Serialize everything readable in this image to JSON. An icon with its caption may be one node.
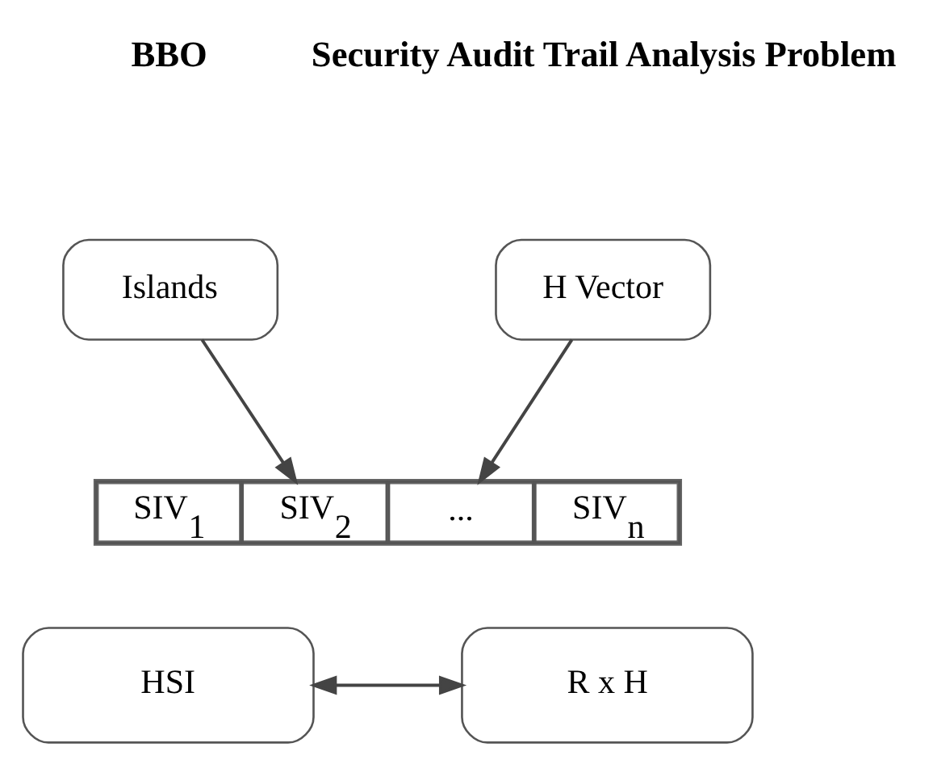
{
  "diagram": {
    "nodes": [
      {
        "text": [
          "Islands"
        ]
      },
      {
        "text": [
          "H Vector"
        ]
      },
      {
        "text": [],
        "shape": "bar"
      },
      {
        "text": [
          "SIV$_{1}$"
        ],
        "in": 2
      },
      {
        "text": [
          "SIV$_{2}$"
        ],
        "in": 2
      },
      {
        "text": [
          "..."
        ],
        "in": 2
      },
      {
        "text": [
          "SIV$_{n}$"
        ],
        "in": 2
      },
      {
        "text": [
          "HSI"
        ]
      },
      {
        "text": [
          "R x H"
        ]
      }
    ],
    "edges": [
      {
        "from": 0,
        "to": 4,
        "arrow": "to"
      },
      {
        "from": 1,
        "to": 5,
        "arrow": "to"
      },
      {
        "from": 7,
        "to": 8,
        "arrow": "both"
      }
    ],
    "labels": [
      "BBO",
      "Security Audit Trail Analysis Problem"
    ]
  }
}
